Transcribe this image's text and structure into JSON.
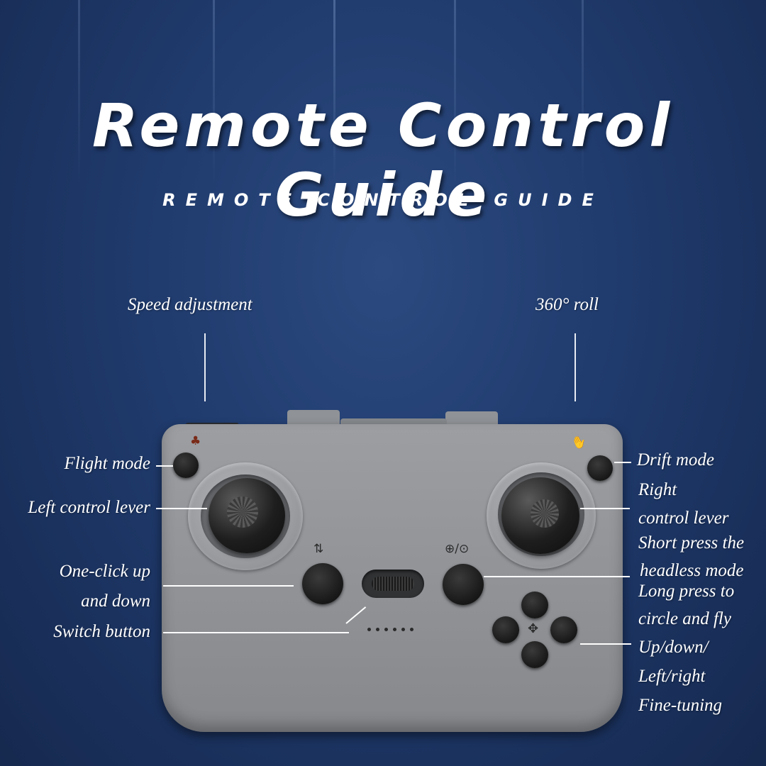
{
  "header": {
    "title": "Remote Control Guide",
    "subtitle": "REMOTE CONTROL GUIDE"
  },
  "labels": {
    "speed_adjustment": "Speed adjustment",
    "roll_360": "360° roll",
    "flight_mode": "Flight mode",
    "left_control_lever": "Left control lever",
    "one_click_line1": "One-click up",
    "one_click_line2": "and down",
    "switch_button": "Switch button",
    "drift_mode": "Drift mode",
    "right_lever_line1": "Right",
    "right_lever_line2": "control lever",
    "headless_line1": "Short press the",
    "headless_line2": "headless mode",
    "circle_line1": "Long press to",
    "circle_line2": "circle and fly",
    "trim_line1": "Up/down/",
    "trim_line2": "Left/right",
    "trim_line3": "Fine-tuning"
  },
  "icons": {
    "flight_mode": "turtle-rabbit-icon",
    "drift_mode": "drift-hand-icon",
    "one_click": "takeoff-landing-icon",
    "headless_circle": "headless-circle-icon",
    "dpad_center": "four-arrows-icon"
  },
  "colors": {
    "background": "#1f3a6c",
    "controller": "#909296",
    "text": "#ffffff"
  }
}
